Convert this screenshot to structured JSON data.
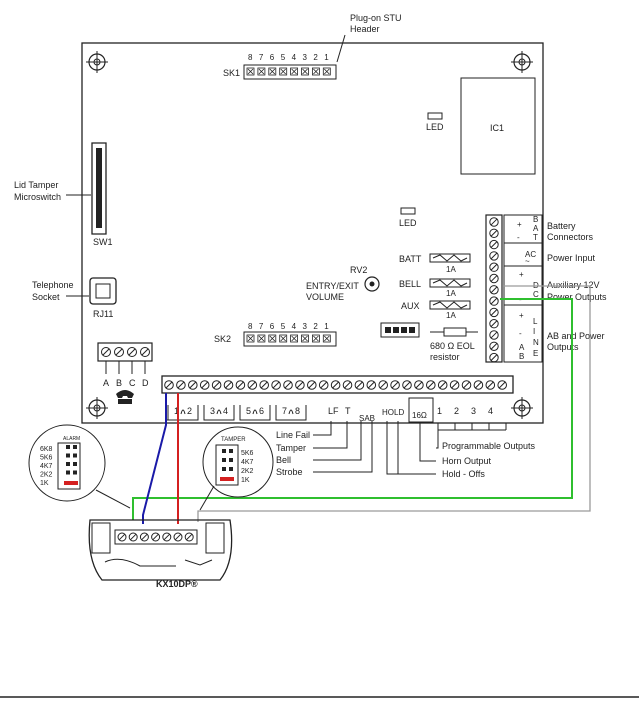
{
  "labels": {
    "stu_header_1": "Plug-on STU",
    "stu_header_2": "Header",
    "sk1": "SK1",
    "sk2": "SK2",
    "led_top": "LED",
    "led_mid": "LED",
    "ic1": "IC1",
    "lid_tamper_1": "Lid Tamper",
    "lid_tamper_2": "Microswitch",
    "sw1": "SW1",
    "telephone_1": "Telephone",
    "telephone_2": "Socket",
    "rj11": "RJ11",
    "rv2": "RV2",
    "entry_exit_1": "ENTRY/EXIT",
    "entry_exit_2": "VOLUME",
    "fuse_batt": "BATT",
    "fuse_bell": "BELL",
    "fuse_aux": "AUX",
    "fuse_rating": "1A",
    "eol_1": "680 Ω EOL",
    "eol_2": "resistor",
    "battery_1": "Battery",
    "battery_2": "Connectors",
    "power_input": "Power Input",
    "aux_1": "Auxiliary 12V",
    "aux_2": "Power Outputs",
    "ab_1": "AB and Power",
    "ab_2": "Outputs",
    "line_fail": "Line Fail",
    "tamper": "Tamper",
    "bell": "Bell",
    "strobe": "Strobe",
    "prog_outputs": "Programmable Outputs",
    "horn_output": "Horn Output",
    "hold_offs": "Hold - Offs",
    "hold": "HOLD",
    "sab": "SAB",
    "lf": "LF",
    "t": "T",
    "ohm16": "16Ω",
    "alarm": "ALARM",
    "tamper_small": "TAMPER",
    "kx10dp": "KX10DP®"
  },
  "sk_pins": [
    "8",
    "7",
    "6",
    "5",
    "4",
    "3",
    "2",
    "1"
  ],
  "abcd": [
    "A",
    "B",
    "C",
    "D"
  ],
  "zones": [
    "1",
    "2",
    "3",
    "4",
    "5",
    "6",
    "7",
    "8"
  ],
  "prog_nums": [
    "1",
    "2",
    "3",
    "4"
  ],
  "right_terminal_marks": [
    "+",
    "B",
    "A",
    "-",
    "T",
    "AC",
    "~",
    "+",
    "D",
    "C",
    "-",
    "+",
    "L",
    "I",
    "-",
    "N",
    "A",
    "B",
    "E"
  ],
  "alarm_values": [
    "6K8",
    "5K6",
    "4K7",
    "2K2",
    "1K"
  ],
  "tamper_values": [
    "5K6",
    "4K7",
    "2K2",
    "1K"
  ],
  "colors": {
    "line": "#222222",
    "blue_wire": "#1a1aa8",
    "red_wire": "#d42020",
    "green_wire": "#2fbf2f",
    "grey_wire": "#9a9a9a"
  }
}
